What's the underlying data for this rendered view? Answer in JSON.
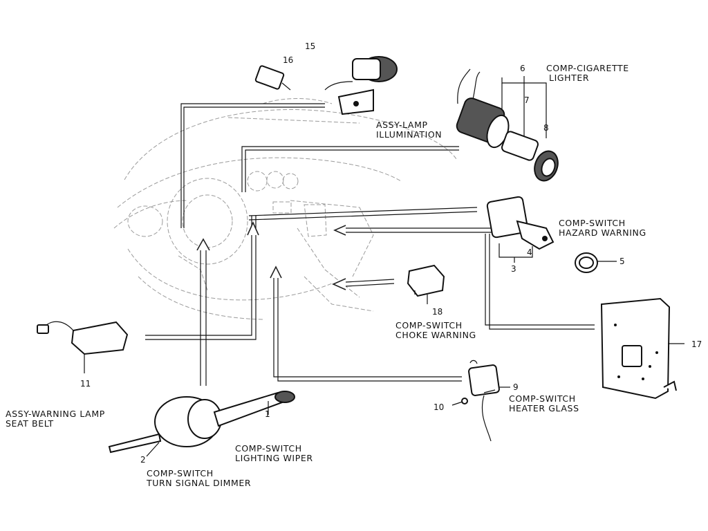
{
  "callouts": {
    "n1": "1",
    "n2": "2",
    "n3": "3",
    "n4": "4",
    "n5": "5",
    "n6": "6",
    "n7": "7",
    "n8": "8",
    "n9": "9",
    "n10": "10",
    "n11": "11",
    "n15": "15",
    "n16": "16",
    "n17": "17",
    "n18": "18"
  },
  "labels": {
    "cigarette_lighter": [
      "COMP-CIGARETTE",
      "LIGHTER"
    ],
    "lamp_illumination": [
      "ASSY-LAMP",
      "ILLUMINATION"
    ],
    "hazard_warning": [
      "COMP-SWITCH",
      "HAZARD WARNING"
    ],
    "choke_warning": [
      "COMP-SWITCH",
      "CHOKE WARNING"
    ],
    "heater_glass": [
      "COMP-SWITCH",
      "HEATER GLASS"
    ],
    "warning_lamp_seat_belt": [
      "ASSY-WARNING LAMP",
      "SEAT BELT"
    ],
    "lighting_wiper": [
      "COMP-SWITCH",
      "LIGHTING WIPER"
    ],
    "turn_signal_dimmer": [
      "COMP-SWITCH",
      "TURN SIGNAL DIMMER"
    ]
  }
}
